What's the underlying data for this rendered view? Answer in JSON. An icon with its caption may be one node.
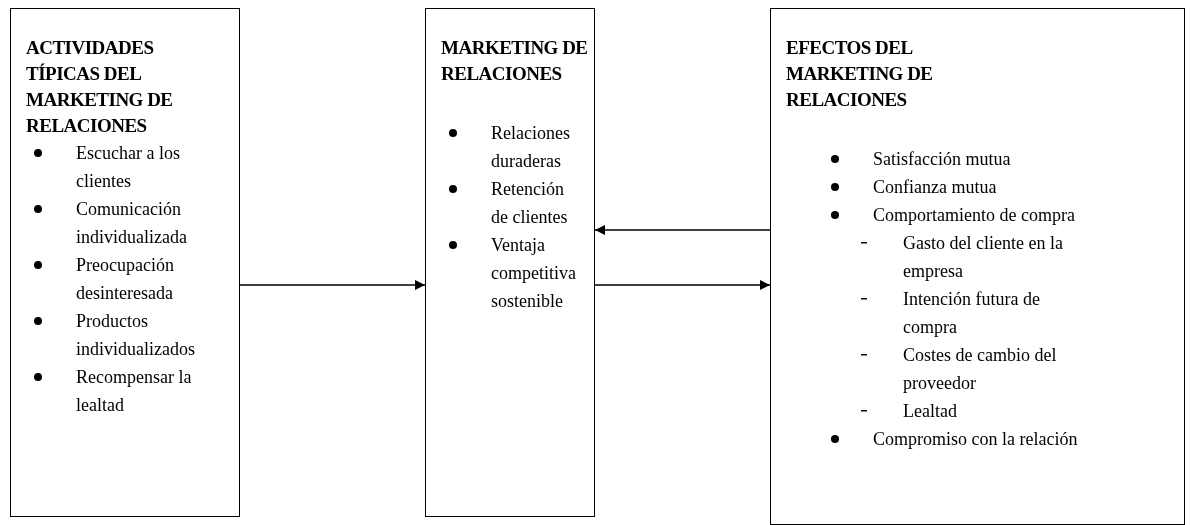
{
  "diagram": {
    "nodes": [
      {
        "text": [
          "ACTIVIDADES TÍPICAS DEL MARKETING DE RELACIONES",
          "Escuchar a los clientes",
          "Comunicación individualizada",
          "Preocupación desinteresada",
          "Productos individualizados",
          "Recompensar la lealtad"
        ]
      },
      {
        "text": [
          "MARKETING DE RELACIONES",
          "Relaciones duraderas",
          "Retención de clientes",
          "Ventaja competitiva sostenible"
        ]
      },
      {
        "text": [
          "EFECTOS DEL MARKETING DE RELACIONES",
          "Satisfacción mutua",
          "Confianza mutua",
          "Comportamiento de compra",
          "Gasto del cliente en la empresa",
          "Intención futura de compra",
          "Costes de cambio del proveedor",
          "Lealtad",
          "Compromiso con la relación"
        ]
      }
    ],
    "edges": [
      {
        "from": 0,
        "to": 1,
        "arrow": "to"
      },
      {
        "from": 1,
        "to": 2,
        "arrow": "to"
      },
      {
        "from": 2,
        "to": 1,
        "arrow": "to"
      }
    ]
  }
}
